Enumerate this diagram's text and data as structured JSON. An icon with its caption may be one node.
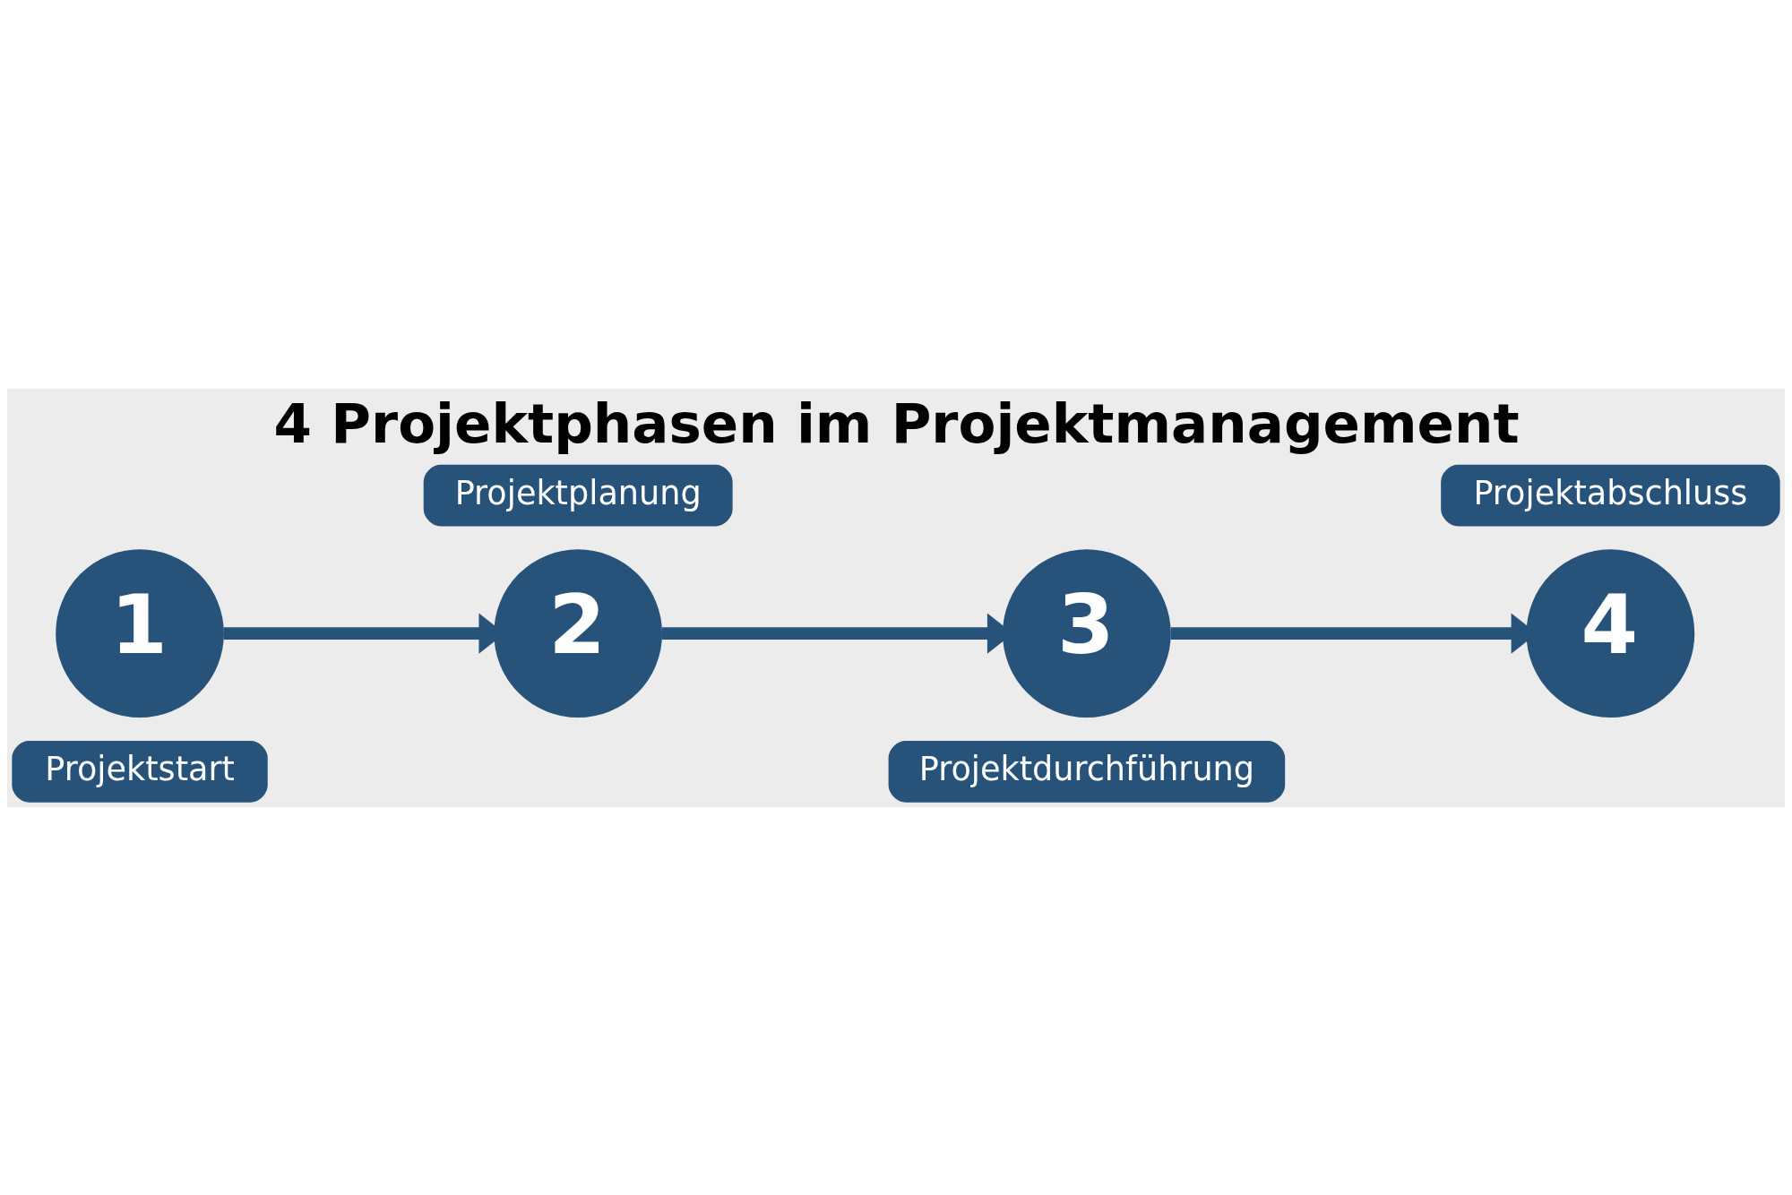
{
  "diagram": {
    "title": "4 Projektphasen im Projektmanagement",
    "nodes": [
      {
        "text": [
          "1"
        ]
      },
      {
        "text": [
          "Projektstart"
        ]
      },
      {
        "text": [
          "2"
        ]
      },
      {
        "text": [
          "Projektplanung"
        ]
      },
      {
        "text": [
          "3"
        ]
      },
      {
        "text": [
          "Projektdurchführung"
        ]
      },
      {
        "text": [
          "4"
        ]
      },
      {
        "text": [
          "Projektabschluss"
        ]
      }
    ],
    "edges": [
      {
        "from": 0,
        "to": 2,
        "arrow": "to"
      },
      {
        "from": 2,
        "to": 4,
        "arrow": "to"
      },
      {
        "from": 4,
        "to": 6,
        "arrow": "to"
      }
    ]
  }
}
